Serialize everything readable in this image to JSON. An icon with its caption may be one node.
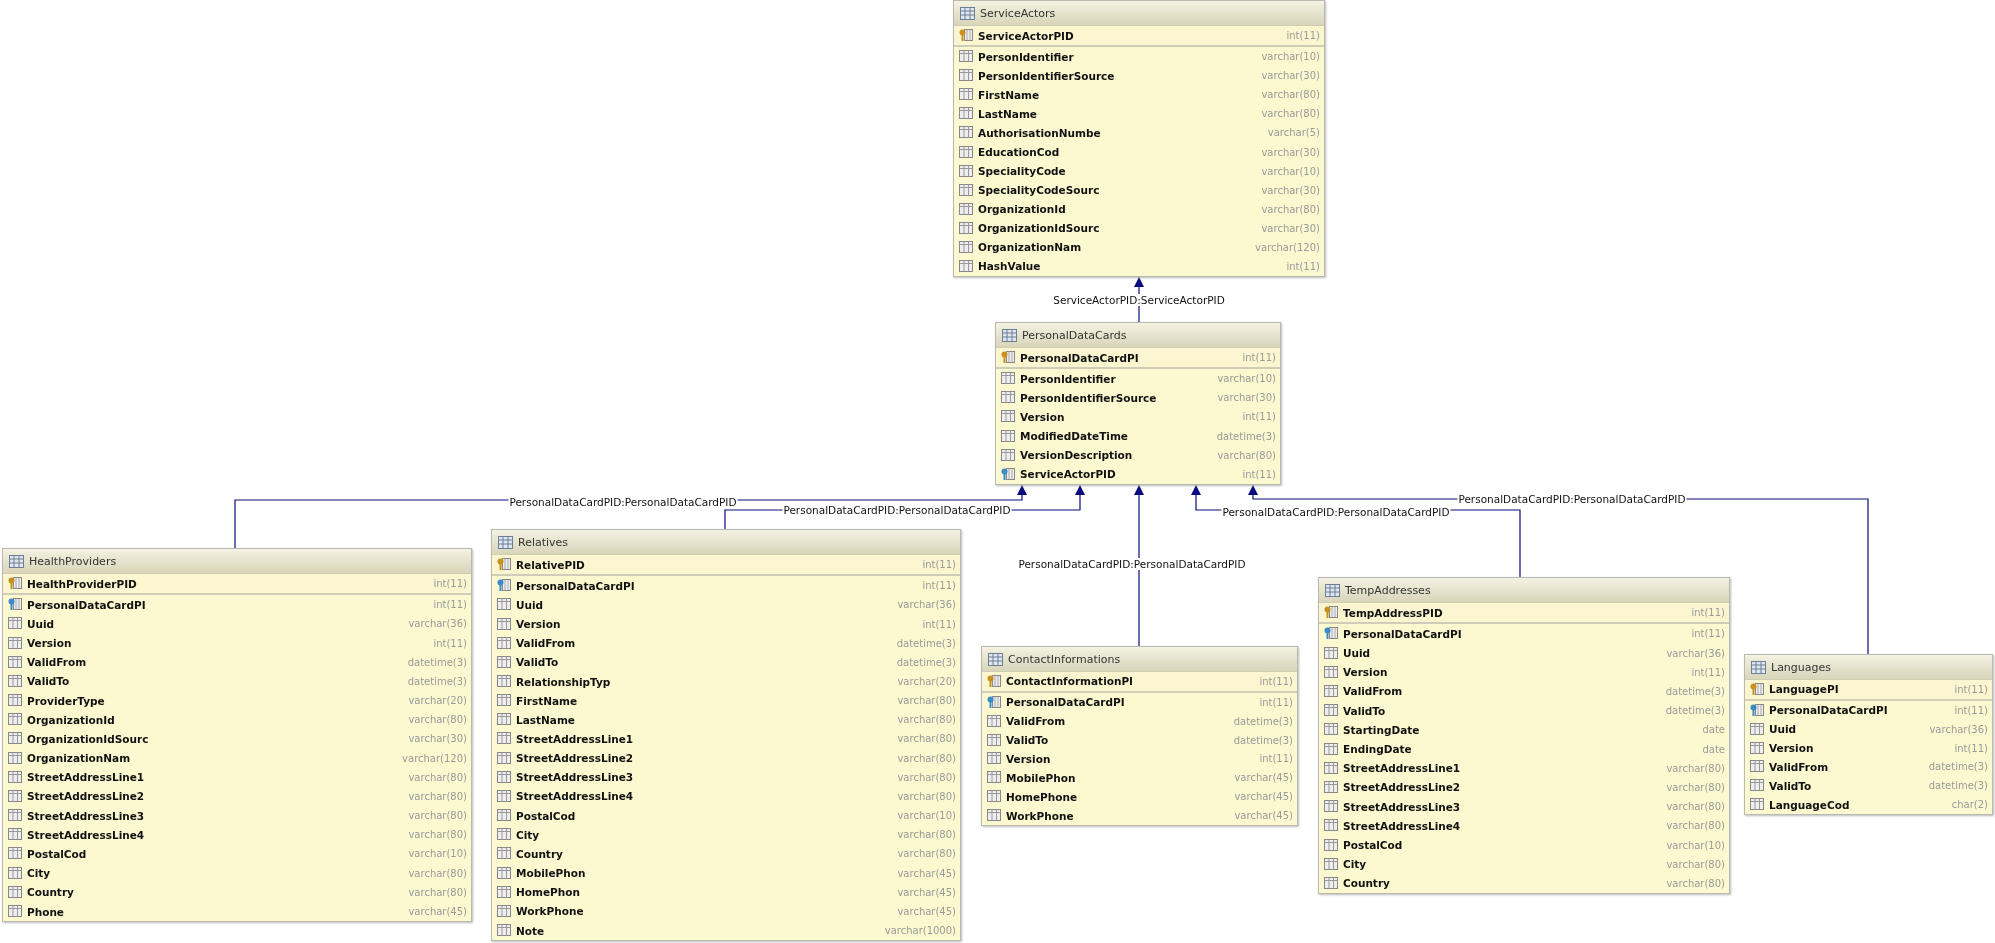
{
  "diagram": {
    "nodes": [
      {
        "text": [
          "ServiceActors",
          "ServiceActorPID",
          "int(11)",
          "PersonIdentifier",
          "varchar(10)",
          "PersonIdentifierSource",
          "varchar(30)",
          "FirstName",
          "varchar(80)",
          "LastName",
          "varchar(80)",
          "AuthorisationNumbe",
          "varchar(5)",
          "EducationCod",
          "varchar(30)",
          "SpecialityCode",
          "varchar(10)",
          "SpecialityCodeSourc",
          "varchar(30)",
          "OrganizationId",
          "varchar(80)",
          "OrganizationIdSourc",
          "varchar(30)",
          "OrganizationNam",
          "varchar(120)",
          "HashValue",
          "int(11)"
        ]
      },
      {
        "text": [
          "PersonalDataCards",
          "PersonalDataCardPI",
          "int(11)",
          "PersonIdentifier",
          "varchar(10)",
          "PersonIdentifierSource",
          "varchar(30)",
          "Version",
          "int(11)",
          "ModifiedDateTime",
          "datetime(3)",
          "VersionDescription",
          "varchar(80)",
          "ServiceActorPID",
          "int(11)"
        ]
      },
      {
        "text": [
          "HealthProviders",
          "HealthProviderPID",
          "int(11)",
          "PersonalDataCardPI",
          "int(11)",
          "Uuid",
          "varchar(36)",
          "Version",
          "int(11)",
          "ValidFrom",
          "datetime(3)",
          "ValidTo",
          "datetime(3)",
          "ProviderType",
          "varchar(20)",
          "OrganizationId",
          "varchar(80)",
          "OrganizationIdSourc",
          "varchar(30)",
          "OrganizationNam",
          "varchar(120)",
          "StreetAddressLine1",
          "varchar(80)",
          "StreetAddressLine2",
          "varchar(80)",
          "StreetAddressLine3",
          "varchar(80)",
          "StreetAddressLine4",
          "varchar(80)",
          "PostalCod",
          "varchar(10)",
          "City",
          "varchar(80)",
          "Country",
          "varchar(80)",
          "Phone",
          "varchar(45)"
        ]
      },
      {
        "text": [
          "Relatives",
          "RelativePID",
          "int(11)",
          "PersonalDataCardPI",
          "int(11)",
          "Uuid",
          "varchar(36)",
          "Version",
          "int(11)",
          "ValidFrom",
          "datetime(3)",
          "ValidTo",
          "datetime(3)",
          "RelationshipTyp",
          "varchar(20)",
          "FirstName",
          "varchar(80)",
          "LastName",
          "varchar(80)",
          "StreetAddressLine1",
          "varchar(80)",
          "StreetAddressLine2",
          "varchar(80)",
          "StreetAddressLine3",
          "varchar(80)",
          "StreetAddressLine4",
          "varchar(80)",
          "PostalCod",
          "varchar(10)",
          "City",
          "varchar(80)",
          "Country",
          "varchar(80)",
          "MobilePhon",
          "varchar(45)",
          "HomePhon",
          "varchar(45)",
          "WorkPhone",
          "varchar(45)",
          "Note",
          "varchar(1000)"
        ]
      },
      {
        "text": [
          "ContactInformations",
          "ContactInformationPI",
          "int(11)",
          "PersonalDataCardPI",
          "int(11)",
          "ValidFrom",
          "datetime(3)",
          "ValidTo",
          "datetime(3)",
          "Version",
          "int(11)",
          "MobilePhon",
          "varchar(45)",
          "HomePhone",
          "varchar(45)",
          "WorkPhone",
          "varchar(45)"
        ]
      },
      {
        "text": [
          "TempAddresses",
          "TempAddressPID",
          "int(11)",
          "PersonalDataCardPI",
          "int(11)",
          "Uuid",
          "varchar(36)",
          "Version",
          "int(11)",
          "ValidFrom",
          "datetime(3)",
          "ValidTo",
          "datetime(3)",
          "StartingDate",
          "date",
          "EndingDate",
          "date",
          "StreetAddressLine1",
          "varchar(80)",
          "StreetAddressLine2",
          "varchar(80)",
          "StreetAddressLine3",
          "varchar(80)",
          "StreetAddressLine4",
          "varchar(80)",
          "PostalCod",
          "varchar(10)",
          "City",
          "varchar(80)",
          "Country",
          "varchar(80)"
        ]
      },
      {
        "text": [
          "Languages",
          "LanguagePI",
          "int(11)",
          "PersonalDataCardPI",
          "int(11)",
          "Uuid",
          "varchar(36)",
          "Version",
          "int(11)",
          "ValidFrom",
          "datetime(3)",
          "ValidTo",
          "datetime(3)",
          "LanguageCod",
          "char(2)"
        ]
      }
    ],
    "edges": [
      {
        "from": 1,
        "to": 0,
        "arrow": "to",
        "label": "ServiceActorPID:ServiceActorPID"
      },
      {
        "from": 2,
        "to": 1,
        "arrow": "to",
        "label": "PersonalDataCardPID:PersonalDataCardPID"
      },
      {
        "from": 3,
        "to": 1,
        "arrow": "to",
        "label": "PersonalDataCardPID:PersonalDataCardPID"
      },
      {
        "from": 4,
        "to": 1,
        "arrow": "to",
        "label": "PersonalDataCardPID:PersonalDataCardPID"
      },
      {
        "from": 5,
        "to": 1,
        "arrow": "to",
        "label": "PersonalDataCardPID:PersonalDataCardPID"
      },
      {
        "from": 6,
        "to": 1,
        "arrow": "to",
        "label": "PersonalDataCardPID:PersonalDataCardPID"
      }
    ]
  }
}
